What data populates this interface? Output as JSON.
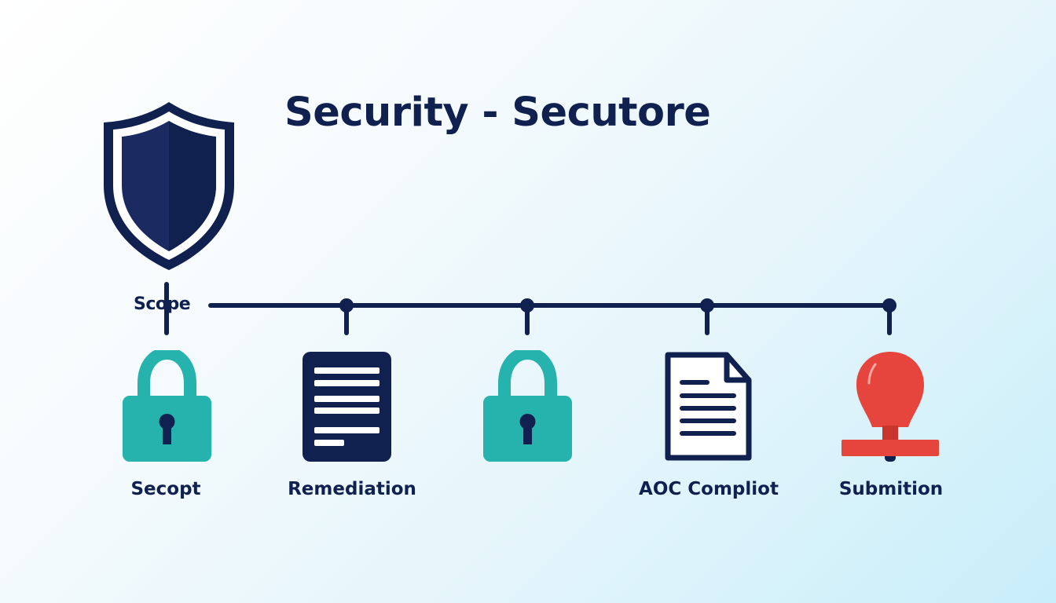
{
  "header": {
    "title": "Security - Secutore"
  },
  "colors": {
    "navy": "#10204f",
    "teal": "#26b3ae",
    "red": "#e5453c",
    "background_start": "#ffffff",
    "background_end": "#c8eefa"
  },
  "timeline": {
    "start_label": "Scope",
    "nodes": 5
  },
  "steps": [
    {
      "label": "Secopt",
      "icon": "padlock-icon"
    },
    {
      "label": "Remediation",
      "icon": "document-icon"
    },
    {
      "label": "",
      "icon": "padlock-icon"
    },
    {
      "label": "AOC Compliot",
      "icon": "file-icon"
    },
    {
      "label": "Submition",
      "icon": "stamp-icon"
    }
  ],
  "logo": {
    "icon": "shield-icon"
  }
}
